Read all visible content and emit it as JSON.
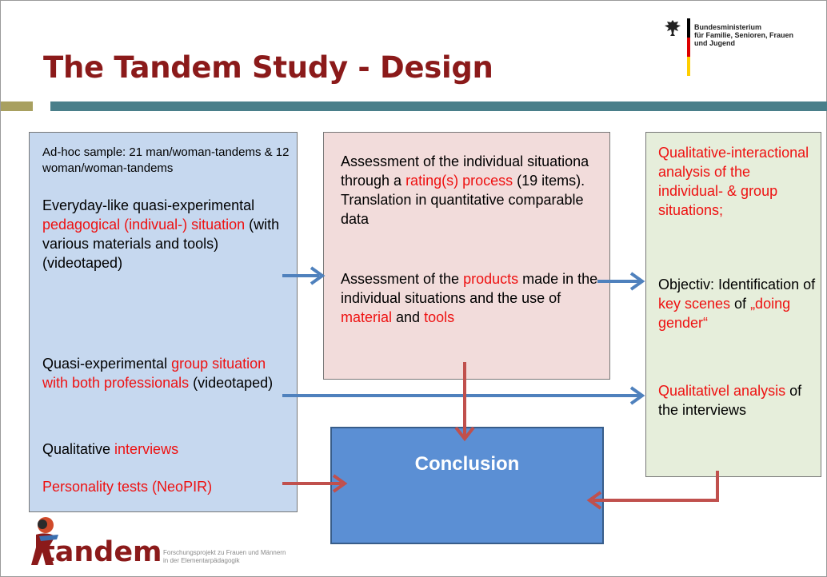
{
  "slide": {
    "title": "The Tandem Study - Design"
  },
  "ministry": {
    "line1": "Bundesministerium",
    "line2": "für Familie, Senioren, Frauen",
    "line3": "und Jugend",
    "flag_colors": [
      "#000000",
      "#dd0000",
      "#ffce00"
    ]
  },
  "left_box": {
    "sample_text": "Ad-hoc sample: 21 man/woman-tandems & 12 woman/woman-tandems",
    "p1_a": "Everyday-like quasi-experimental ",
    "p1_red": "pedagogical (indivual-) situation",
    "p1_b": " (with various materials and tools) (videotaped)",
    "p2_a": "Quasi-experimental ",
    "p2_red": "group situation with both professionals",
    "p2_b": "  (videotaped)",
    "p3_a": "Qualitative ",
    "p3_red": "interviews",
    "p4_red": "Personality tests (NeoPIR)"
  },
  "middle_box": {
    "p1_a": "Assessment of the individual situationa through a ",
    "p1_red": "rating(s) process",
    "p1_b": " (19 items). Translation in quantitative comparable data",
    "p2_a": "Assessment of the ",
    "p2_red1": "products",
    "p2_b": " made in the individual situations and the use of ",
    "p2_red2": "material",
    "p2_c": " and ",
    "p2_red3": "tools"
  },
  "right_box": {
    "p1_red": "Qualitative-interactional analysis of the individual- & group situations;",
    "p2_a": "Objectiv: Identification of ",
    "p2_red1": "key scenes",
    "p2_b": " of ",
    "p2_red2": "„doing gender“",
    "p3_red": "Qualitativel analysis",
    "p3_b": " of the interviews"
  },
  "conclusion": {
    "label": "Conclusion"
  },
  "logo": {
    "word": "tandem",
    "tagline_line1": "Forschungsprojekt zu Frauen und Männern",
    "tagline_line2": "in der Elementarpädagogik"
  },
  "colors": {
    "title": "#8b1a1a",
    "highlight": "#ee1111",
    "blue_arrow": "#4f81bd",
    "red_arrow": "#c0504d",
    "rule": "#4a7f8a"
  }
}
